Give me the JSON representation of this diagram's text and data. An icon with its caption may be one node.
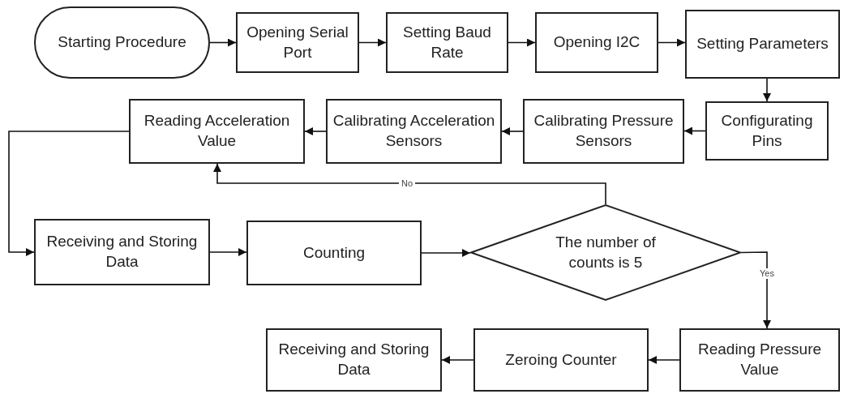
{
  "diagram": {
    "nodes": [
      {
        "text": [
          "Starting Procedure"
        ]
      },
      {
        "text": [
          "Opening Serial Port"
        ]
      },
      {
        "text": [
          "Setting Baud Rate"
        ]
      },
      {
        "text": [
          "Opening I2C"
        ]
      },
      {
        "text": [
          "Setting Parameters"
        ]
      },
      {
        "text": [
          "Configurating Pins"
        ]
      },
      {
        "text": [
          "Calibrating Pressure Sensors"
        ]
      },
      {
        "text": [
          "Calibrating Acceleration Sensors"
        ]
      },
      {
        "text": [
          "Reading Acceleration Value"
        ]
      },
      {
        "text": [
          "Receiving and Storing Data"
        ]
      },
      {
        "text": [
          "Counting"
        ]
      },
      {
        "text": [
          "The number of counts is 5"
        ]
      },
      {
        "text": [
          "Reading Pressure Value"
        ]
      },
      {
        "text": [
          "Zeroing Counter"
        ]
      },
      {
        "text": [
          "Receiving and Storing Data"
        ]
      }
    ],
    "edges": [
      {
        "from": 0,
        "to": 1,
        "arrow": "to"
      },
      {
        "from": 1,
        "to": 2,
        "arrow": "to"
      },
      {
        "from": 2,
        "to": 3,
        "arrow": "to"
      },
      {
        "from": 3,
        "to": 4,
        "arrow": "to"
      },
      {
        "from": 4,
        "to": 5,
        "arrow": "to"
      },
      {
        "from": 5,
        "to": 6,
        "arrow": "to"
      },
      {
        "from": 6,
        "to": 7,
        "arrow": "to"
      },
      {
        "from": 7,
        "to": 8,
        "arrow": "to"
      },
      {
        "from": 8,
        "to": 9,
        "arrow": "to"
      },
      {
        "from": 9,
        "to": 10,
        "arrow": "to"
      },
      {
        "from": 10,
        "to": 11,
        "arrow": "to"
      },
      {
        "from": 11,
        "to": 8,
        "arrow": "to",
        "label": "No"
      },
      {
        "from": 11,
        "to": 12,
        "arrow": "to",
        "label": "Yes"
      },
      {
        "from": 12,
        "to": 13,
        "arrow": "to"
      },
      {
        "from": 13,
        "to": 14,
        "arrow": "to"
      }
    ]
  }
}
